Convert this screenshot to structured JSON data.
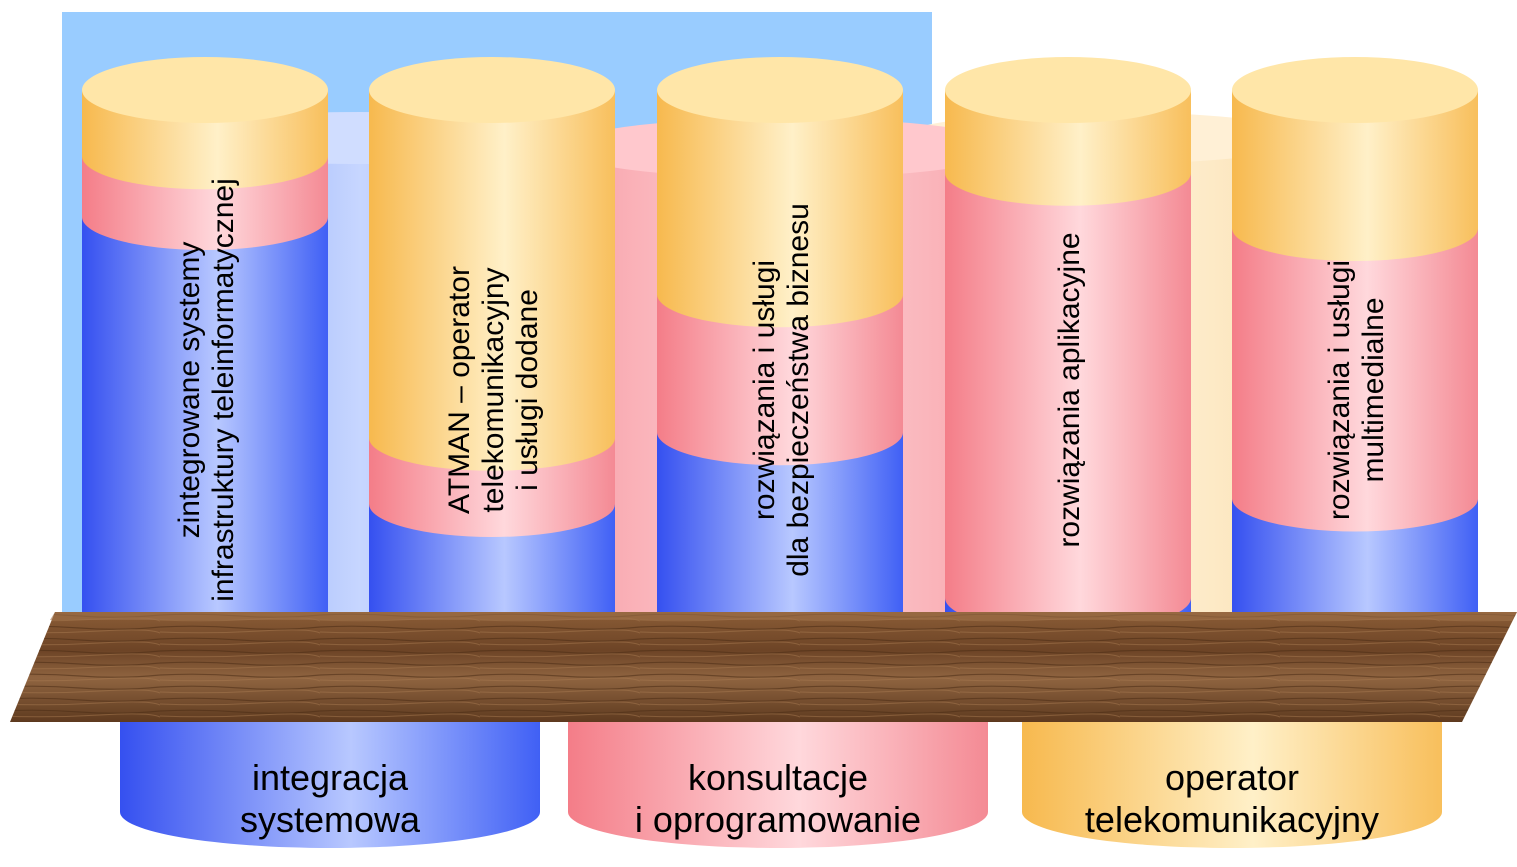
{
  "colors": {
    "blue": "#3a5cf5",
    "pink": "#f48c94",
    "orange": "#f8c060",
    "backdrop_blue": "#99ccff",
    "wood": "#7a4f2e"
  },
  "columns": [
    {
      "id": "col1",
      "lines": [
        "zintegrowane systemy",
        "infrastruktury teleinformatycznej"
      ],
      "segments": [
        {
          "color": "orange",
          "share": 0.12
        },
        {
          "color": "pink",
          "share": 0.11
        },
        {
          "color": "blue",
          "share": 0.77
        }
      ]
    },
    {
      "id": "col2",
      "lines": [
        "ATMAN – operator",
        "telekomunikacyjny",
        "i usługi dodane"
      ],
      "segments": [
        {
          "color": "orange",
          "share": 0.63
        },
        {
          "color": "pink",
          "share": 0.12
        },
        {
          "color": "blue",
          "share": 0.25
        }
      ]
    },
    {
      "id": "col3",
      "lines": [
        "rozwiązania i usługi",
        "dla bezpieczeństwa biznesu"
      ],
      "segments": [
        {
          "color": "orange",
          "share": 0.37
        },
        {
          "color": "pink",
          "share": 0.25
        },
        {
          "color": "blue",
          "share": 0.38
        }
      ]
    },
    {
      "id": "col4",
      "lines": [
        "rozwiązania aplikacyjne"
      ],
      "segments": [
        {
          "color": "orange",
          "share": 0.15
        },
        {
          "color": "pink",
          "share": 0.77
        },
        {
          "color": "blue",
          "share": 0.08
        }
      ]
    },
    {
      "id": "col5",
      "lines": [
        "rozwiązania i usługi",
        "multimedialne"
      ],
      "segments": [
        {
          "color": "orange",
          "share": 0.25
        },
        {
          "color": "pink",
          "share": 0.49
        },
        {
          "color": "blue",
          "share": 0.26
        }
      ]
    }
  ],
  "bases": [
    {
      "id": "base1",
      "color": "blue",
      "line1": "integracja",
      "line2": "systemowa"
    },
    {
      "id": "base2",
      "color": "pink",
      "line1": "konsultacje",
      "line2": "i oprogramowanie"
    },
    {
      "id": "base3",
      "color": "orange",
      "line1": "operator",
      "line2": "telekomunikacyjny"
    }
  ]
}
